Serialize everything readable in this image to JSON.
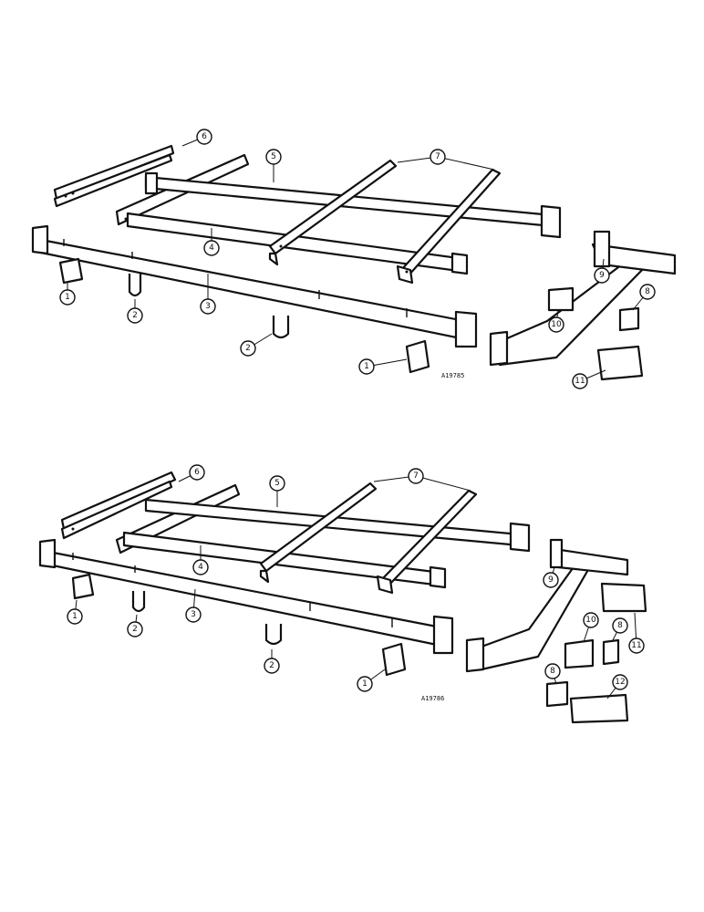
{
  "figures": [
    {
      "reference": "A19785",
      "callouts": [
        "6",
        "5",
        "7",
        "4",
        "1",
        "2",
        "3",
        "2",
        "1",
        "9",
        "8",
        "10",
        "11"
      ]
    },
    {
      "reference": "A19786",
      "callouts": [
        "6",
        "5",
        "7",
        "4",
        "1",
        "2",
        "3",
        "2",
        "1",
        "9",
        "10",
        "8",
        "11",
        "8",
        "12"
      ]
    }
  ]
}
